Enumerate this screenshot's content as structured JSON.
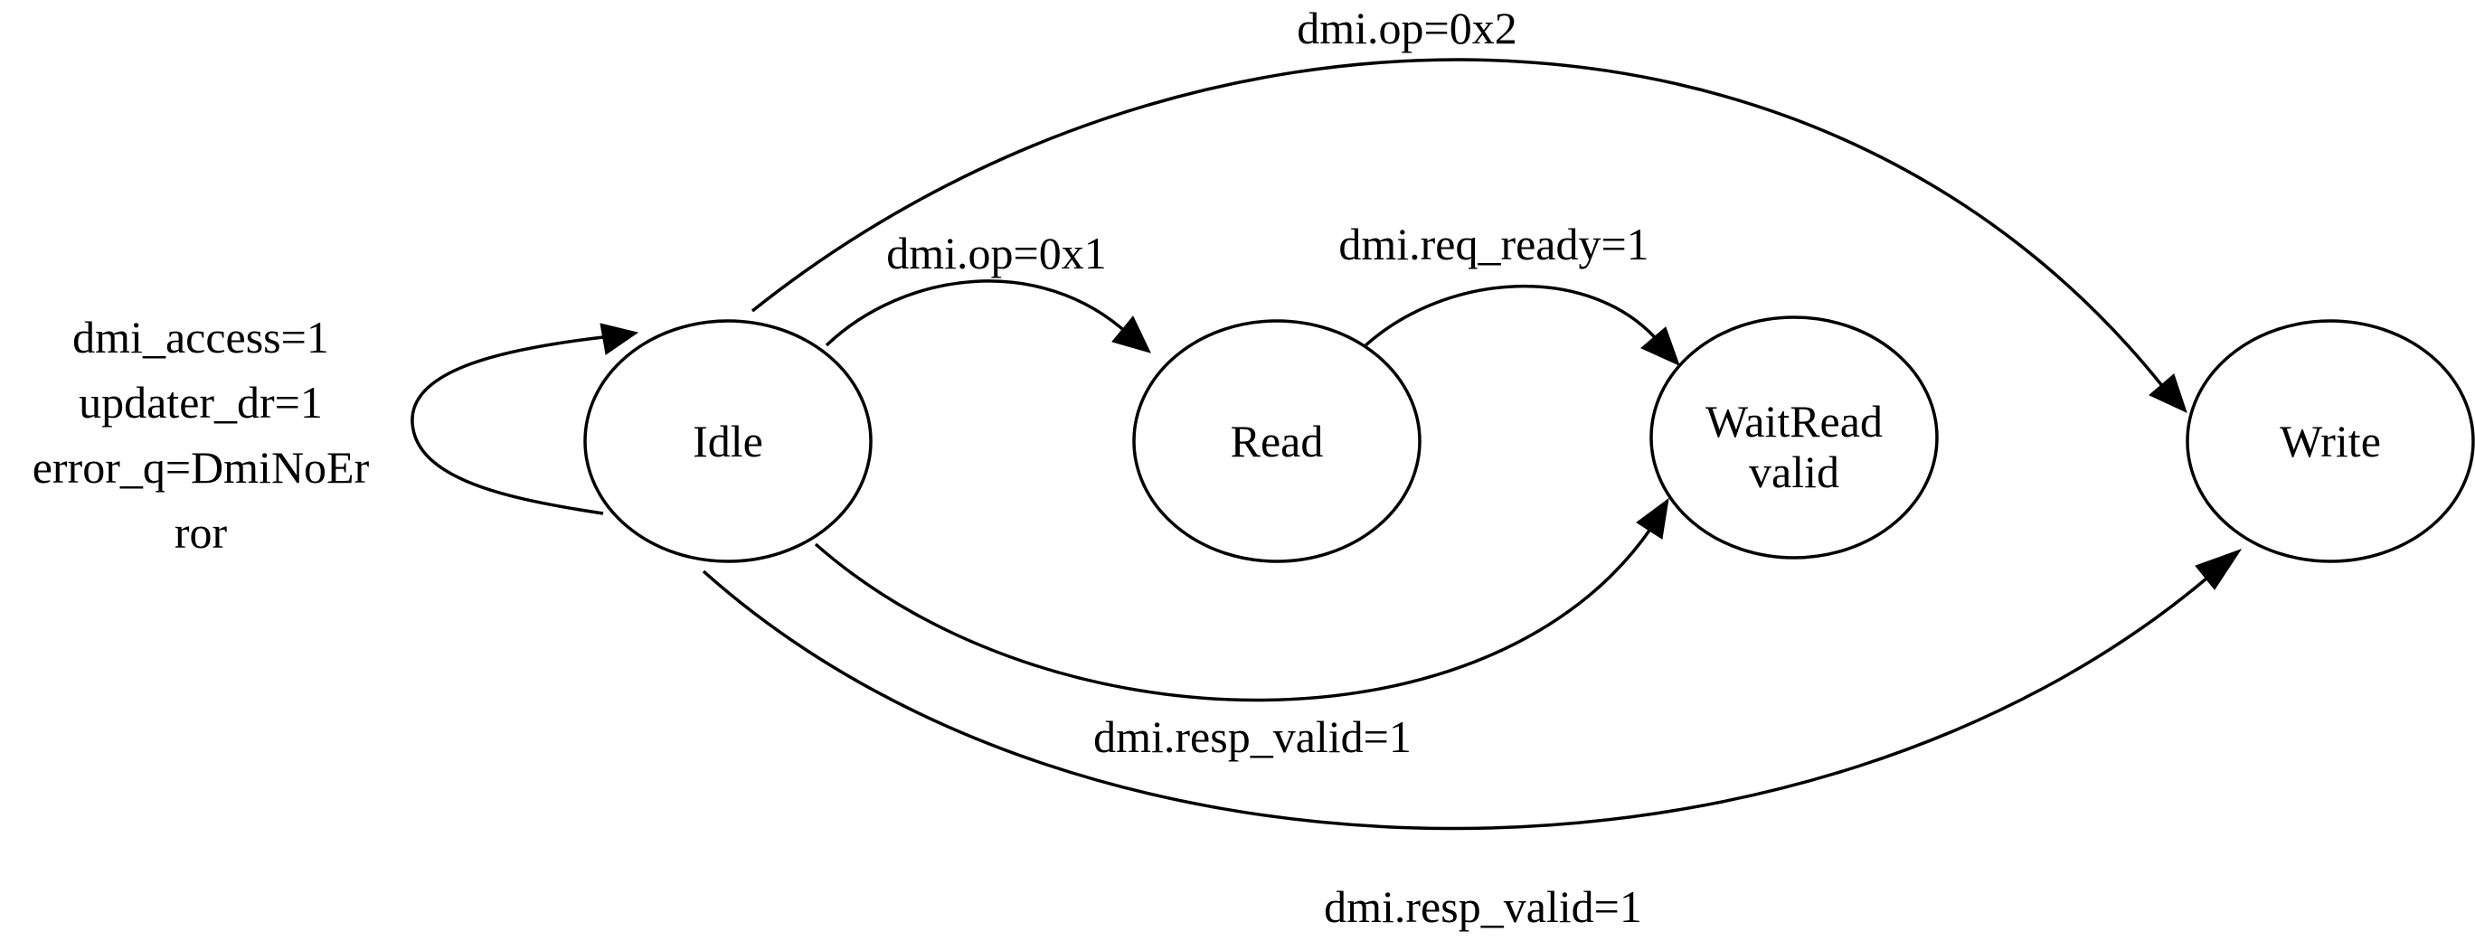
{
  "diagram": {
    "type": "state-machine",
    "states": {
      "idle": "Idle",
      "read": "Read",
      "wait_read_valid_line1": "WaitRead",
      "wait_read_valid_line2": "valid",
      "write": "Write"
    },
    "transitions": {
      "idle_self_loop": {
        "from": "Idle",
        "to": "Idle",
        "label_lines": [
          "dmi_access=1",
          "updater_dr=1",
          "error_q=DmiNoEr",
          "ror"
        ]
      },
      "idle_to_read": {
        "from": "Idle",
        "to": "Read",
        "label": "dmi.op=0x1"
      },
      "read_to_waitread": {
        "from": "Read",
        "to": "WaitRead valid",
        "label": "dmi.req_ready=1"
      },
      "idle_to_write": {
        "from": "Idle",
        "to": "Write",
        "label": "dmi.op=0x2"
      },
      "idle_waitread_resp": {
        "from": "Idle",
        "to": "WaitRead valid",
        "label": "dmi.resp_valid=1"
      },
      "idle_write_resp": {
        "from": "Idle",
        "to": "Write",
        "label": "dmi.resp_valid=1"
      }
    }
  }
}
